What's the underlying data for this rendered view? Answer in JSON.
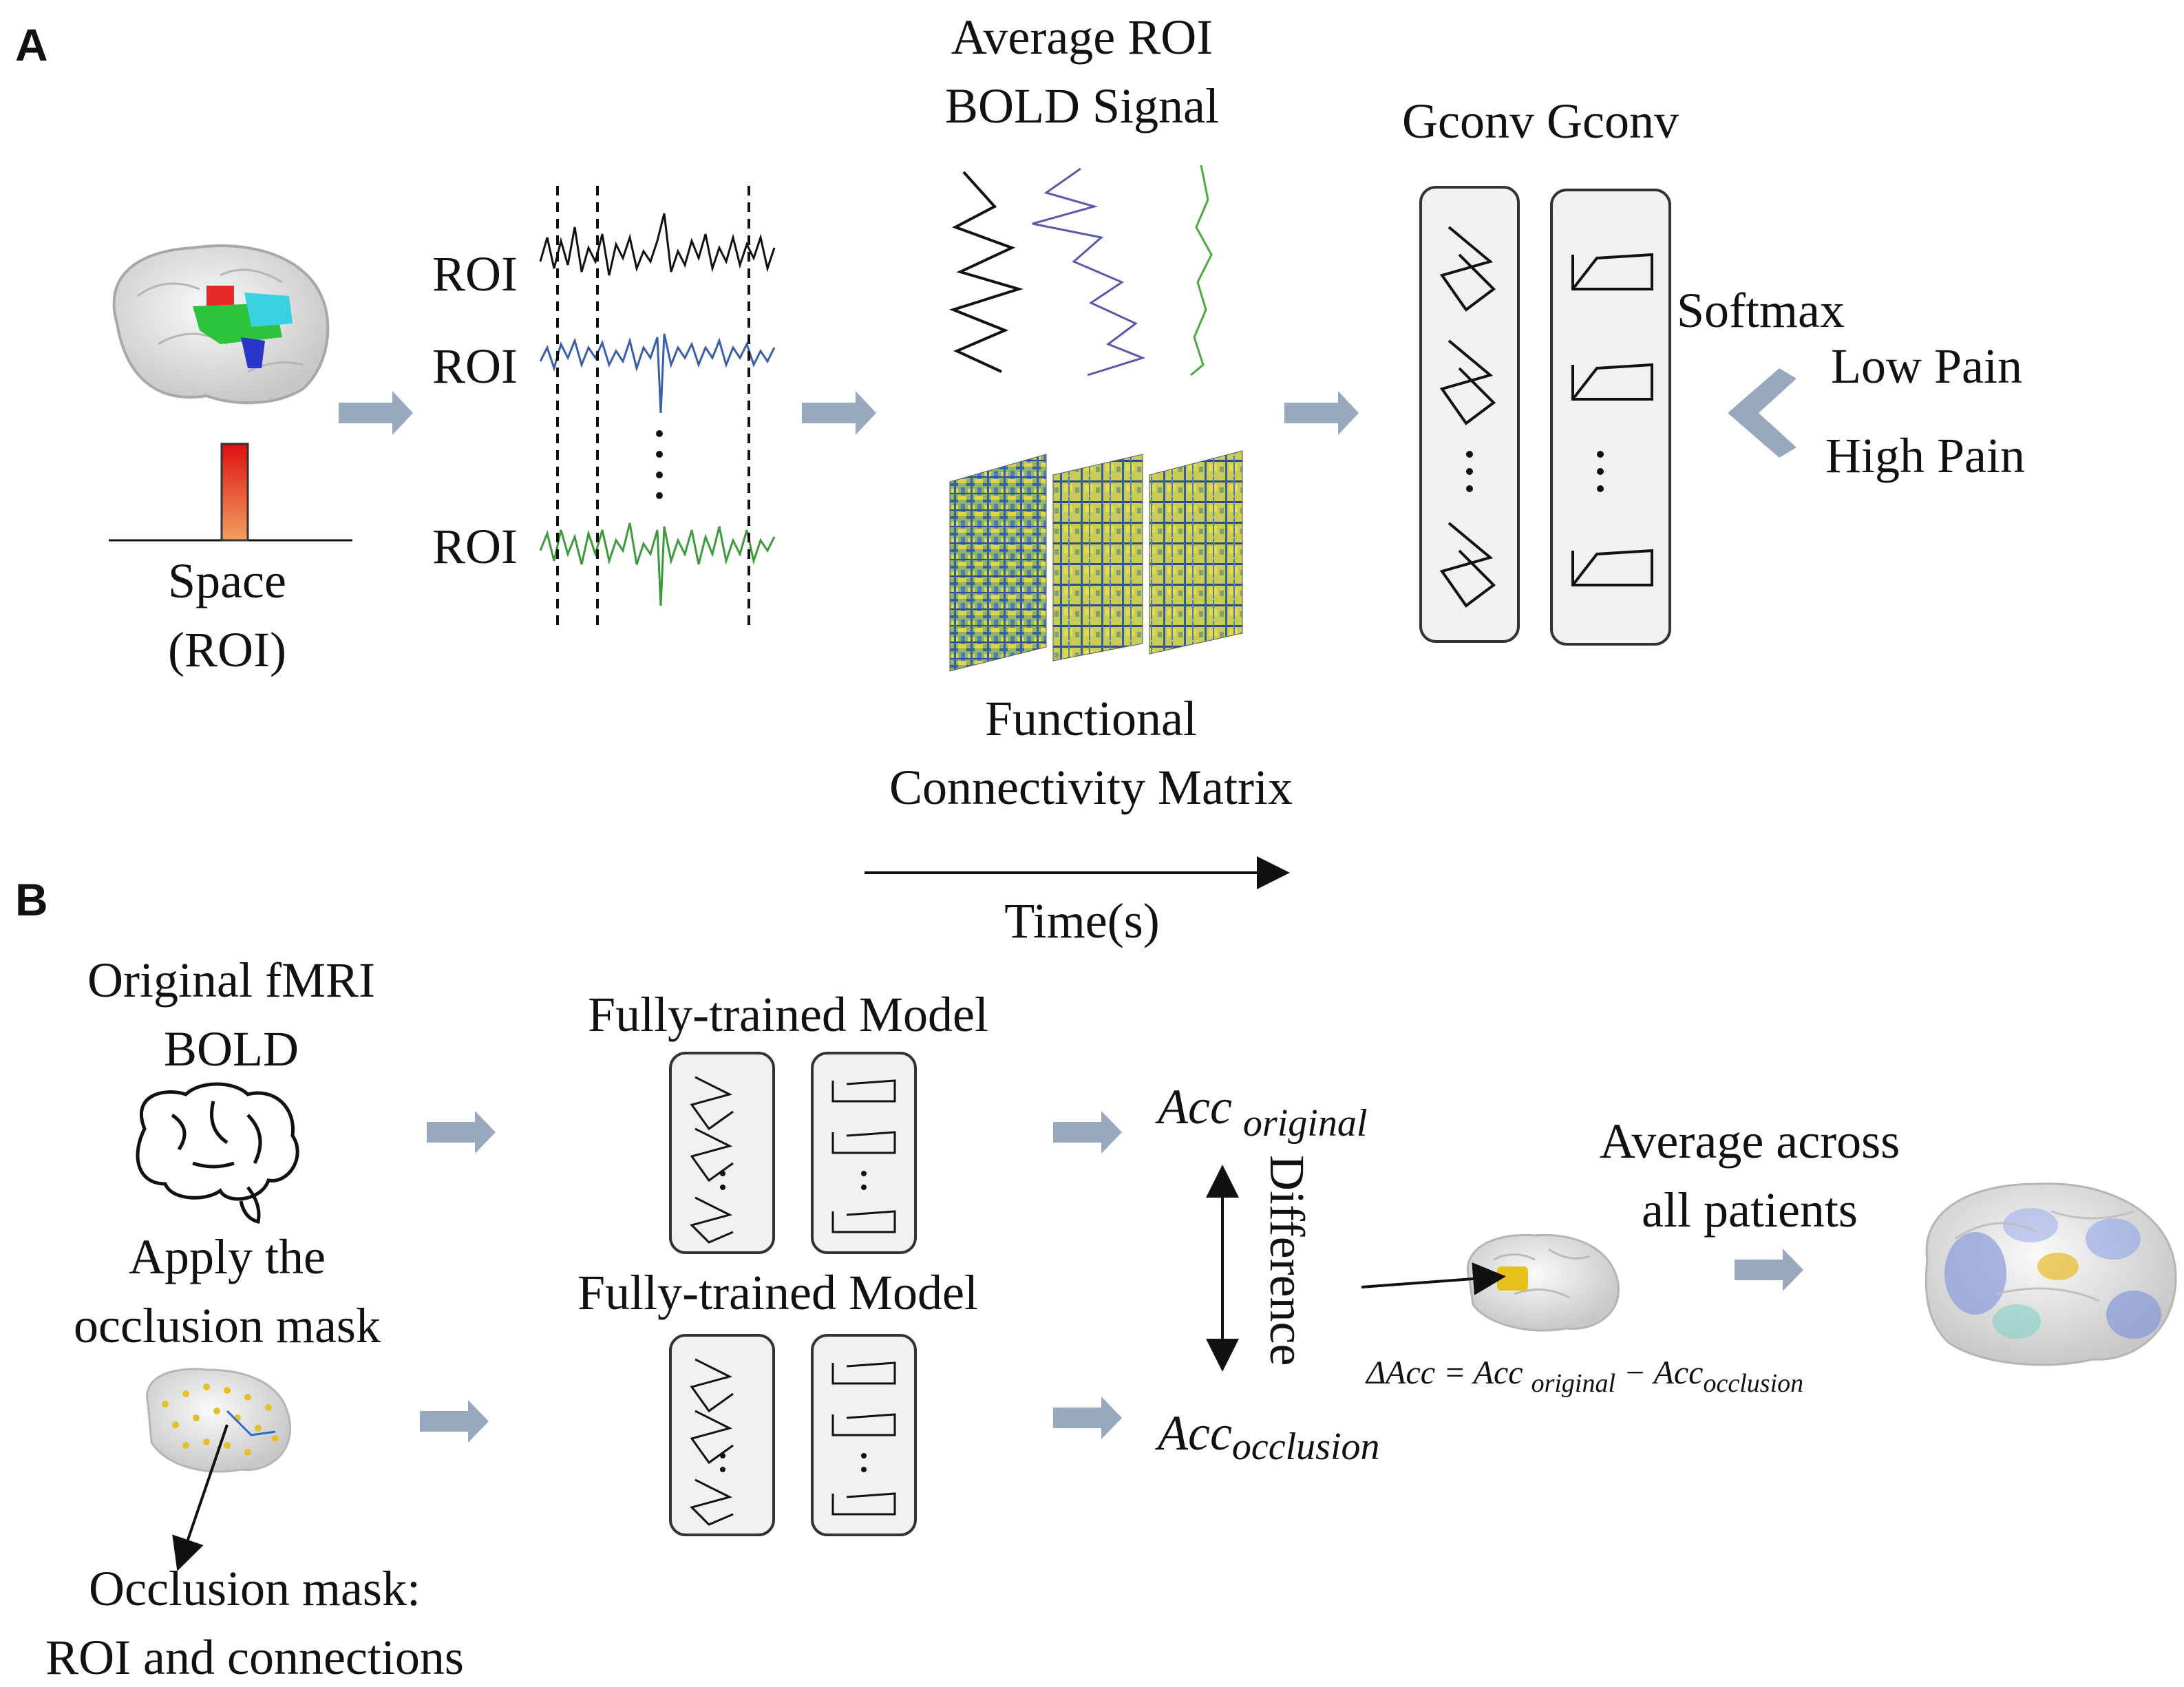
{
  "panel_a": {
    "label": "A",
    "roi_1": "ROI",
    "roi_2": "ROI",
    "roi_3": "ROI",
    "space_line1": "Space",
    "space_line2": "(ROI)",
    "avg_line1": "Average ROI",
    "avg_line2": "BOLD Signal",
    "fc_line1": "Functional",
    "fc_line2": "Connectivity Matrix",
    "time": "Time(s)",
    "gconv": "Gconv Gconv",
    "softmax": "Softmax",
    "low": "Low Pain",
    "high": "High Pain"
  },
  "panel_b": {
    "label": "B",
    "orig_line1": "Original fMRI",
    "orig_line2": "BOLD",
    "apply_line1": "Apply the",
    "apply_line2": "occlusion mask",
    "mask_line1": "Occlusion mask:",
    "mask_line2": "ROI and connections",
    "model_top": "Fully-trained Model",
    "model_bottom": "Fully-trained Model",
    "acc": "Acc",
    "sub_original": "original",
    "sub_occlusion": "occlusion",
    "difference": "Difference",
    "formula_delta": "ΔAcc = Acc ",
    "formula_mid": " − Acc",
    "avg_line1": "Average across",
    "avg_line2": "all patients"
  },
  "colors": {
    "arrow": "#98a8bd",
    "roi_black": "#111111",
    "roi_blue": "#3a5fa8",
    "roi_green": "#3c9a3c",
    "panel_bg": "#f1f1f1",
    "spike_top": "#e01010",
    "spike_bottom": "#f0a060"
  }
}
